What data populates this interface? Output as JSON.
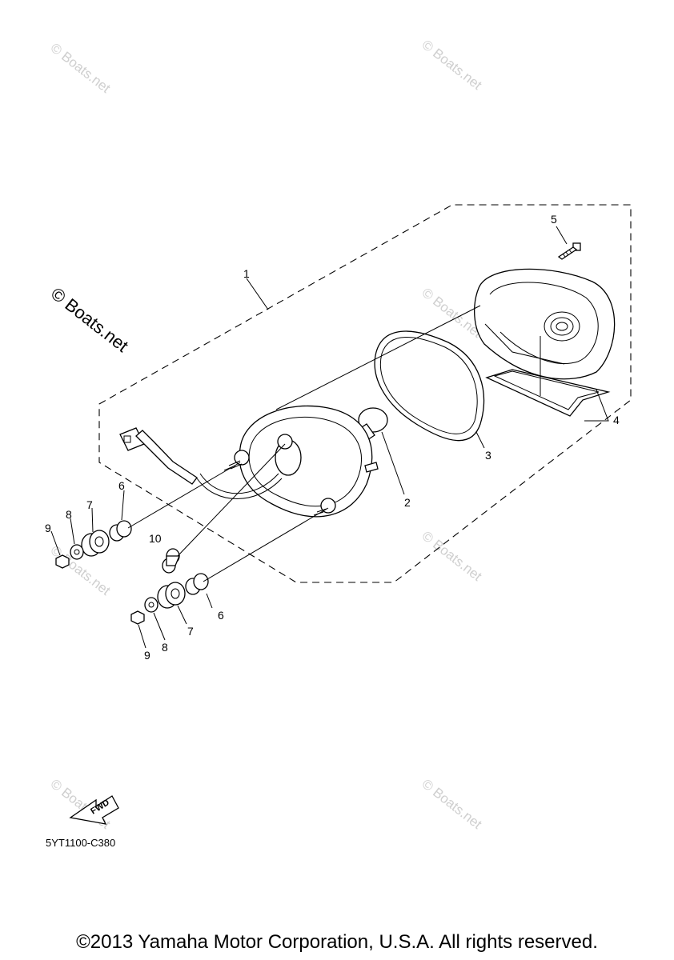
{
  "watermark_text": "© Boats.net",
  "prominent_watermark_text": "© Boats.net",
  "parts": [
    {
      "callout": "1",
      "icon": "assembly-outline-icon"
    },
    {
      "callout": "2",
      "icon": "bulb-icon"
    },
    {
      "callout": "3",
      "icon": "gasket-icon"
    },
    {
      "callout": "4",
      "icon": "lens-icon"
    },
    {
      "callout": "5",
      "icon": "screw-icon"
    },
    {
      "callout": "6",
      "icon": "collar-icon"
    },
    {
      "callout": "7",
      "icon": "damper-icon"
    },
    {
      "callout": "8",
      "icon": "washer-icon"
    },
    {
      "callout": "9",
      "icon": "nut-icon"
    },
    {
      "callout": "10",
      "icon": "spacer-icon"
    }
  ],
  "fwd_label": "FWD",
  "diagram_code": "5YT1100-C380",
  "copyright": "©2013 Yamaha Motor Corporation, U.S.A. All rights reserved."
}
